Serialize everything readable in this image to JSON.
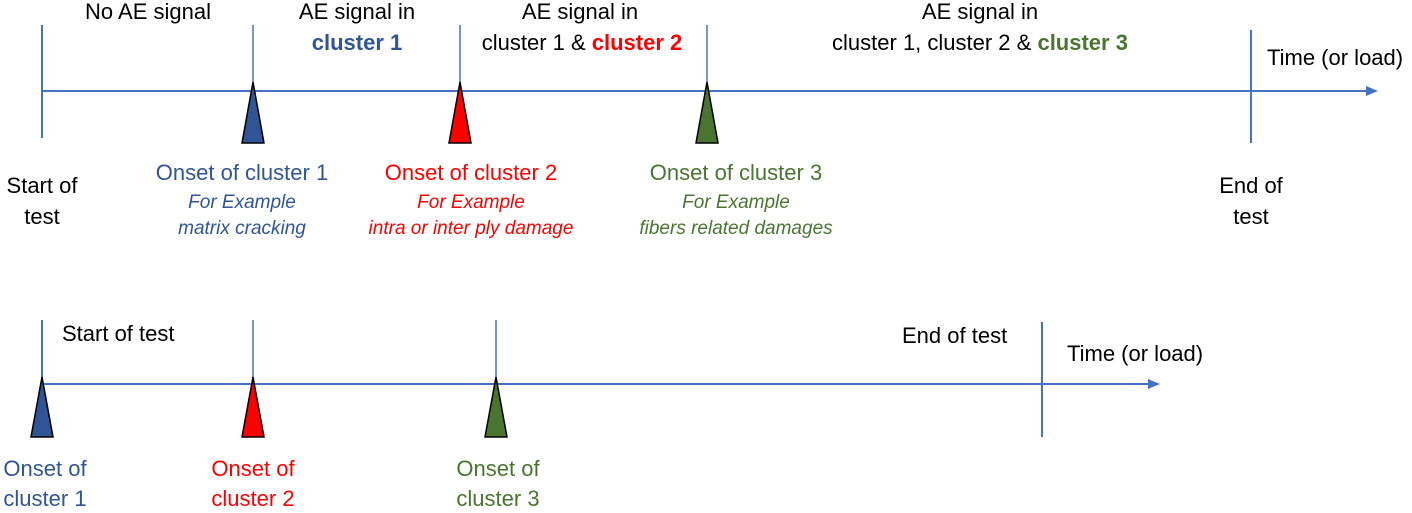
{
  "colors": {
    "line": "#4472c4",
    "text": "#000000",
    "cluster1": "#2f5597",
    "cluster2": "#ff0000",
    "cluster3": "#4a7530"
  },
  "top": {
    "phase_no_signal": "No AE signal",
    "phase1_line1": "AE signal in",
    "phase1_line2": "cluster 1",
    "phase2_line1": "AE signal in",
    "phase2_line2_a": "cluster 1 & ",
    "phase2_line2_b": "cluster 2",
    "phase3_line1": "AE signal in",
    "phase3_line2_a": "cluster 1, cluster 2 & ",
    "phase3_line2_b": "cluster 3",
    "time_label": "Time (or load)",
    "start_line1": "Start of",
    "start_line2": "test",
    "end_line1": "End of",
    "end_line2": "test",
    "onsets": [
      {
        "title": "Onset of cluster 1",
        "example": "For Example",
        "desc": "matrix cracking"
      },
      {
        "title": "Onset of cluster 2",
        "example": "For Example",
        "desc": "intra or inter ply damage"
      },
      {
        "title": "Onset of cluster 3",
        "example": "For Example",
        "desc": "fibers related damages"
      }
    ]
  },
  "bottom": {
    "start_label": "Start of test",
    "end_label": "End of test",
    "time_label": "Time (or load)",
    "onsets": [
      {
        "line1": "Onset of",
        "line2": "cluster 1"
      },
      {
        "line1": "Onset of",
        "line2": "cluster 2"
      },
      {
        "line1": "Onset of",
        "line2": "cluster 3"
      }
    ]
  }
}
